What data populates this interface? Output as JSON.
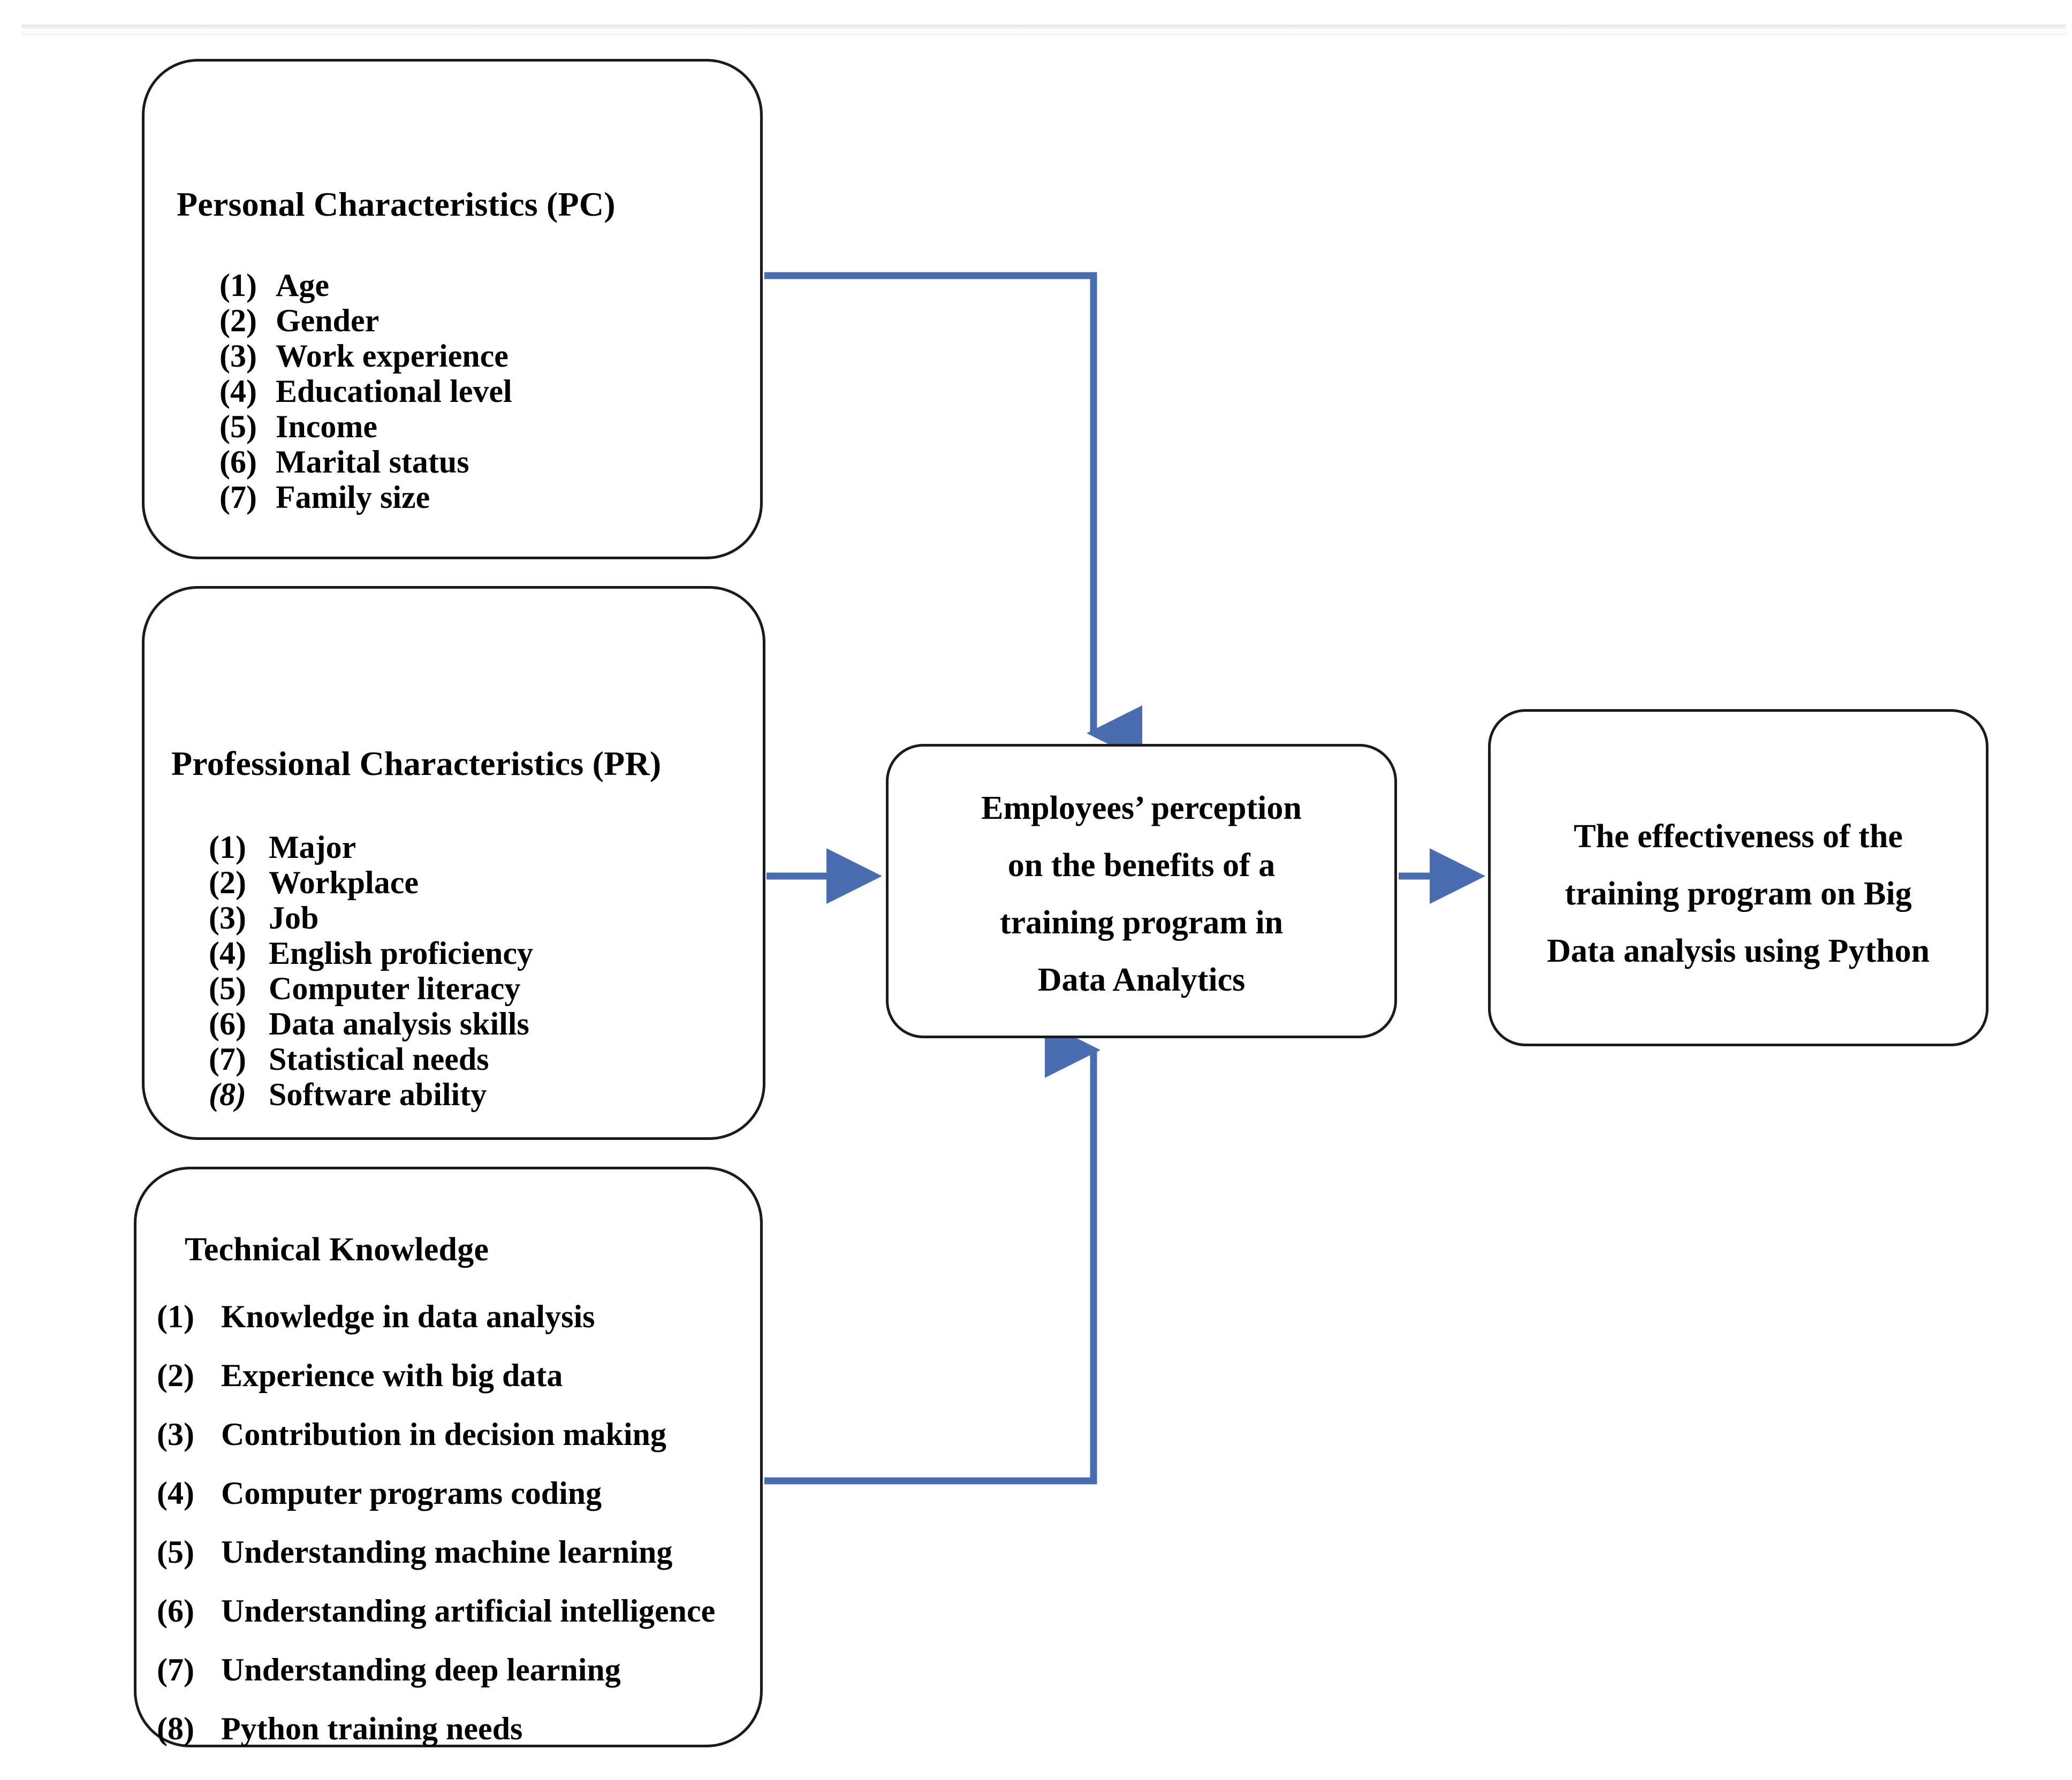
{
  "diagram": {
    "title": "Conceptual framework of employees' perception and training program effectiveness",
    "accent_color": "#4a6cb0",
    "box_border_color": "#1b1b1b",
    "background_color": "#ffffff"
  },
  "boxes": {
    "personal_characteristics": {
      "title": "Personal Characteristics (PC)",
      "items": [
        {
          "num": "(1)",
          "label": "Age",
          "italic_num": false
        },
        {
          "num": "(2)",
          "label": "Gender",
          "italic_num": false
        },
        {
          "num": "(3)",
          "label": "Work experience",
          "italic_num": false
        },
        {
          "num": "(4)",
          "label": "Educational level",
          "italic_num": false
        },
        {
          "num": "(5)",
          "label": "Income",
          "italic_num": false
        },
        {
          "num": "(6)",
          "label": "Marital status",
          "italic_num": false
        },
        {
          "num": "(7)",
          "label": "Family size",
          "italic_num": false
        }
      ]
    },
    "professional_characteristics": {
      "title": "Professional Characteristics (PR)",
      "items": [
        {
          "num": "(1)",
          "label": "Major",
          "italic_num": false
        },
        {
          "num": "(2)",
          "label": "Workplace",
          "italic_num": false
        },
        {
          "num": "(3)",
          "label": "Job",
          "italic_num": false
        },
        {
          "num": "(4)",
          "label": "English proficiency",
          "italic_num": false
        },
        {
          "num": "(5)",
          "label": "Computer literacy",
          "italic_num": false
        },
        {
          "num": "(6)",
          "label": "Data analysis skills",
          "italic_num": false
        },
        {
          "num": "(7)",
          "label": "Statistical needs",
          "italic_num": false
        },
        {
          "num": "(8)",
          "label": "Software ability",
          "italic_num": true
        }
      ]
    },
    "technical_knowledge": {
      "title": "Technical Knowledge",
      "items": [
        {
          "num": "(1)",
          "label": "Knowledge in data analysis",
          "italic_num": false
        },
        {
          "num": "(2)",
          "label": "Experience with big data",
          "italic_num": false
        },
        {
          "num": "(3)",
          "label": "Contribution in decision making",
          "italic_num": false
        },
        {
          "num": "(4)",
          "label": "Computer programs coding",
          "italic_num": false
        },
        {
          "num": "(5)",
          "label": "Understanding machine learning",
          "italic_num": false
        },
        {
          "num": "(6)",
          "label": "Understanding artificial intelligence",
          "italic_num": false
        },
        {
          "num": "(7)",
          "label": "Understanding deep learning",
          "italic_num": false
        },
        {
          "num": "(8)",
          "label": "Python training needs",
          "italic_num": false
        }
      ]
    },
    "mediator": {
      "lines": [
        "Employees’ perception",
        "on the benefits of a",
        "training program in",
        "Data Analytics"
      ]
    },
    "outcome": {
      "lines": [
        "The effectiveness of the",
        "training program on Big",
        "Data analysis using Python"
      ]
    }
  },
  "connectors": [
    {
      "id": "pc-to-mediator",
      "from": "personal_characteristics",
      "to": "mediator",
      "shape": "elbow-right-down"
    },
    {
      "id": "pr-to-mediator",
      "from": "professional_characteristics",
      "to": "mediator",
      "shape": "straight-right"
    },
    {
      "id": "tk-to-mediator",
      "from": "technical_knowledge",
      "to": "mediator",
      "shape": "elbow-right-up"
    },
    {
      "id": "mediator-to-outcome",
      "from": "mediator",
      "to": "outcome",
      "shape": "straight-right"
    }
  ]
}
